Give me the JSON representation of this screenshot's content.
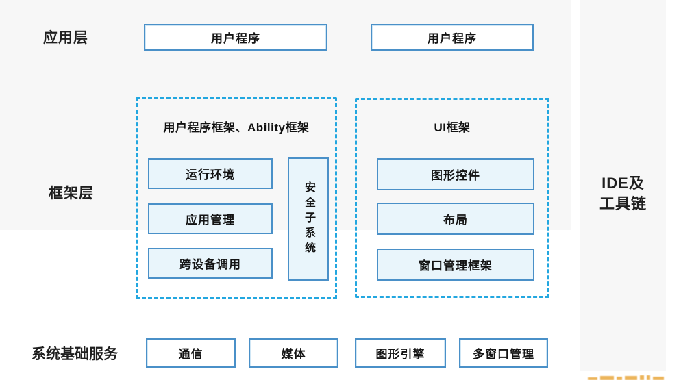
{
  "colors": {
    "band_bg": "#f7f7f7",
    "box_border": "#4a90c8",
    "box_fill_white": "#ffffff",
    "box_fill_blue": "#e9f5fb",
    "dashed_border": "#23a7e0",
    "text": "#1a1a1a",
    "watermark": "#e9a93f"
  },
  "layers": {
    "application": {
      "label": "应用层",
      "boxes": [
        "用户程序",
        "用户程序"
      ]
    },
    "framework": {
      "label": "框架层",
      "groups": [
        {
          "title": "用户程序框架、Ability框架",
          "boxes": [
            "运行环境",
            "应用管理",
            "跨设备调用"
          ],
          "side_box": "安全子系统"
        },
        {
          "title": "UI框架",
          "boxes": [
            "图形控件",
            "布局",
            "窗口管理框架"
          ]
        }
      ]
    },
    "system_services": {
      "label": "系统基础服务",
      "boxes": [
        "通信",
        "媒体",
        "图形引擎",
        "多窗口管理"
      ]
    },
    "toolchain": {
      "line1": "IDE及",
      "line2": "工具链"
    }
  }
}
